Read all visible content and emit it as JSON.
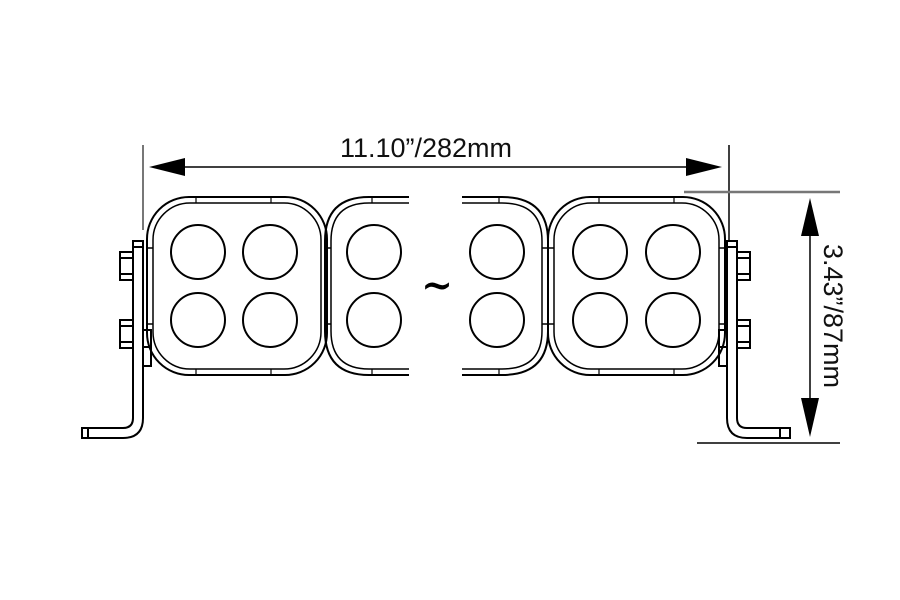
{
  "drawing": {
    "title": "LED light bar dimension drawing",
    "width_dimension": "11.10”/282mm",
    "height_dimension": "3.43”/87mm",
    "continuation_symbol": "~",
    "line_color": "#000000",
    "extension_line_color": "#777777",
    "background": "#ffffff",
    "modules": [
      {
        "name": "left-end-module",
        "leds": 4
      },
      {
        "name": "left-partial-module",
        "leds": 2
      },
      {
        "name": "right-partial-module",
        "leds": 2
      },
      {
        "name": "right-end-module",
        "leds": 4
      }
    ],
    "brackets": [
      "left-mounting-bracket",
      "right-mounting-bracket"
    ]
  }
}
